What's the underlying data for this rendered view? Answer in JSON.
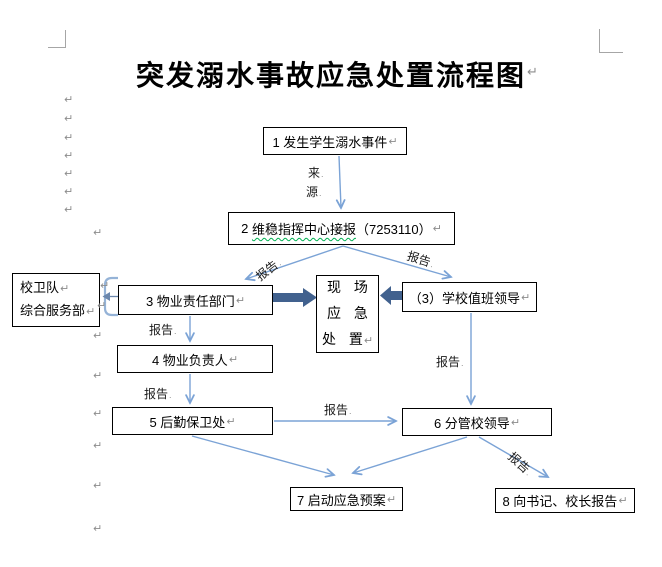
{
  "page": {
    "title": "突发溺水事故应急处置流程图",
    "return_mark": "↵",
    "label_dot": "."
  },
  "colors": {
    "arrow_blue": "#7BA3D6",
    "thick_arrow_blue": "#41618E",
    "bracket_blue": "#95B3D7",
    "squiggle_green": "#00B050",
    "box_border": "#000000",
    "formatting_mark_gray": "#8C8C8C"
  },
  "boxes": {
    "step1": {
      "label": "1 发生学生溺水事件"
    },
    "step2": {
      "number": "2 ",
      "center_name": "维稳指挥中心接报",
      "phone": "（7253110）"
    },
    "guard_team": {
      "line1": "校卫队",
      "line2": "综合服务部"
    },
    "step3_property": {
      "label": "3 物业责任部门"
    },
    "onsite": {
      "line1": "现 场",
      "line2": "应 急",
      "line3": "处 置"
    },
    "step3_duty_leader": {
      "label": "（3）学校值班领导"
    },
    "step4": {
      "label": "4 物业负责人"
    },
    "step5": {
      "label": "5 后勤保卫处"
    },
    "step6": {
      "label": "6 分管校领导"
    },
    "step7": {
      "label": "7 启动应急预案"
    },
    "step8": {
      "label": "8 向书记、校长报告"
    }
  },
  "edge_labels": {
    "source_char1": "来",
    "source_char2": "源",
    "report": "报告"
  }
}
